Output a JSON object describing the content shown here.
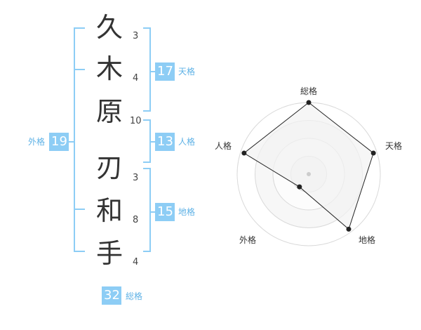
{
  "surname": {
    "chars": [
      {
        "char": "久",
        "strokes": "3"
      },
      {
        "char": "木",
        "strokes": "4"
      },
      {
        "char": "原",
        "strokes": "10"
      }
    ]
  },
  "given": {
    "chars": [
      {
        "char": "刃",
        "strokes": "3"
      },
      {
        "char": "和",
        "strokes": "8"
      },
      {
        "char": "手",
        "strokes": "4"
      }
    ]
  },
  "kakusu": {
    "tenkaku": {
      "value": "17",
      "label": "天格"
    },
    "jinkaku": {
      "value": "13",
      "label": "人格"
    },
    "chikaku": {
      "value": "15",
      "label": "地格"
    },
    "gaikaku": {
      "value": "19",
      "label": "外格"
    },
    "soukaku": {
      "value": "32",
      "label": "総格"
    }
  },
  "radar": {
    "labels": {
      "top": "総格",
      "upper_right": "天格",
      "lower_right": "地格",
      "lower_left": "外格",
      "upper_left": "人格"
    },
    "levels": 4,
    "scores": {
      "soukaku": 1.0,
      "tenkaku": 0.95,
      "chikaku": 0.95,
      "gaikaku": 0.22,
      "jinkaku": 0.95
    },
    "colors": {
      "fill": "#f2f2f2",
      "grid": "#d9d9d9",
      "outline": "#222222",
      "center": "#cccccc"
    }
  },
  "colors": {
    "bracket": "#8dcdf5",
    "badge": "#8dcdf5",
    "badge_label": "#5fb2e6"
  }
}
